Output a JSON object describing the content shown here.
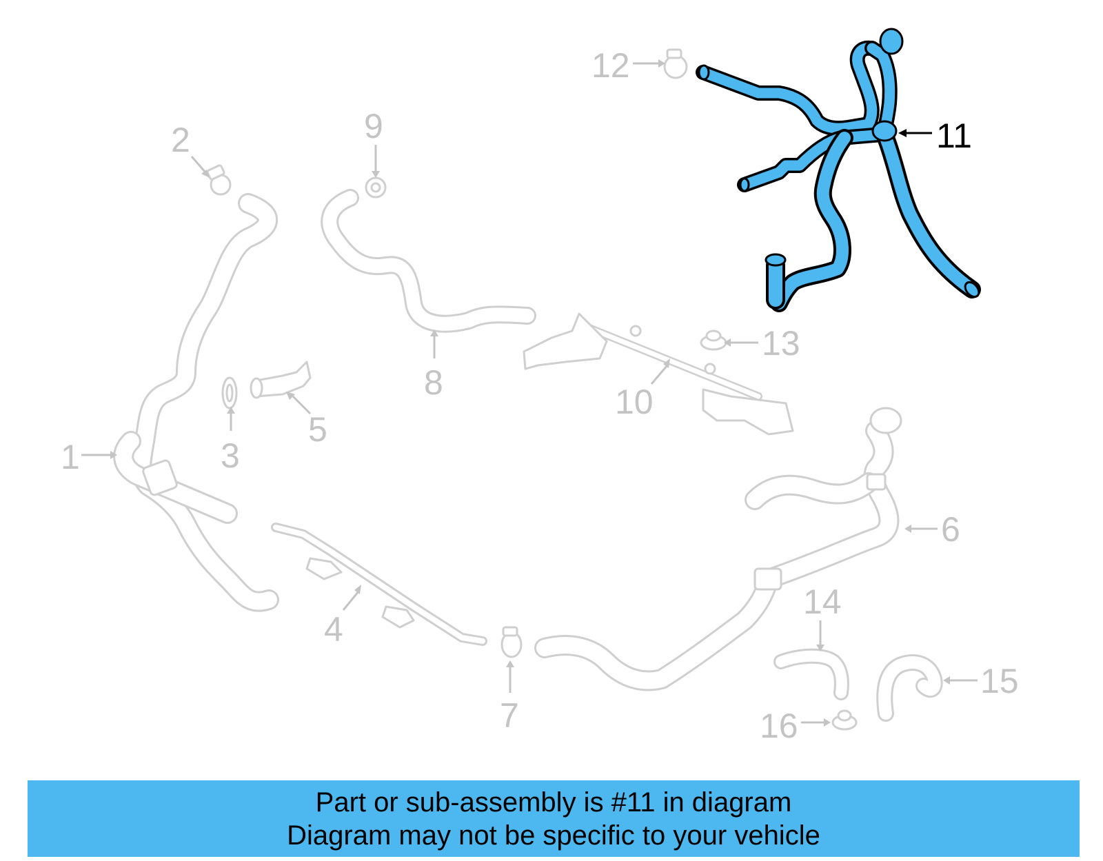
{
  "callouts": [
    {
      "id": "1",
      "text": "1"
    },
    {
      "id": "2",
      "text": "2"
    },
    {
      "id": "3",
      "text": "3"
    },
    {
      "id": "4",
      "text": "4"
    },
    {
      "id": "5",
      "text": "5"
    },
    {
      "id": "6",
      "text": "6"
    },
    {
      "id": "7",
      "text": "7"
    },
    {
      "id": "8",
      "text": "8"
    },
    {
      "id": "9",
      "text": "9"
    },
    {
      "id": "10",
      "text": "10"
    },
    {
      "id": "11",
      "text": "11"
    },
    {
      "id": "12",
      "text": "12"
    },
    {
      "id": "13",
      "text": "13"
    },
    {
      "id": "14",
      "text": "14"
    },
    {
      "id": "15",
      "text": "15"
    },
    {
      "id": "16",
      "text": "16"
    }
  ],
  "highlighted_part": "11",
  "banner": {
    "line1": "Part or sub-assembly is #11 in diagram",
    "line2": "Diagram may not be specific to your vehicle"
  },
  "colors": {
    "highlight": "#4db8f0",
    "ghost": "#cfcfcf",
    "label": "#c4c4c4"
  }
}
